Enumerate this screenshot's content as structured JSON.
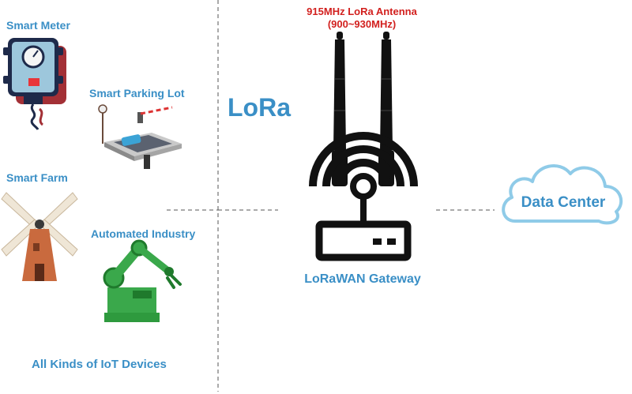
{
  "devices": {
    "smart_meter": "Smart Meter",
    "smart_parking": "Smart Parking Lot",
    "smart_farm": "Smart Farm",
    "automated_industry": "Automated Industry",
    "caption": "All Kinds of IoT Devices"
  },
  "protocol": {
    "label": "LoRa"
  },
  "antenna": {
    "title": "915MHz LoRa Antenna",
    "range": "(900~930MHz)"
  },
  "gateway": {
    "label": "LoRaWAN Gateway"
  },
  "cloud": {
    "label": "Data Center"
  },
  "colors": {
    "label_blue": "#3a8fc6",
    "antenna_red": "#d2201e",
    "gateway_black": "#111111",
    "cloud_stroke": "#8fcbe8",
    "dashed_line": "#555555"
  }
}
